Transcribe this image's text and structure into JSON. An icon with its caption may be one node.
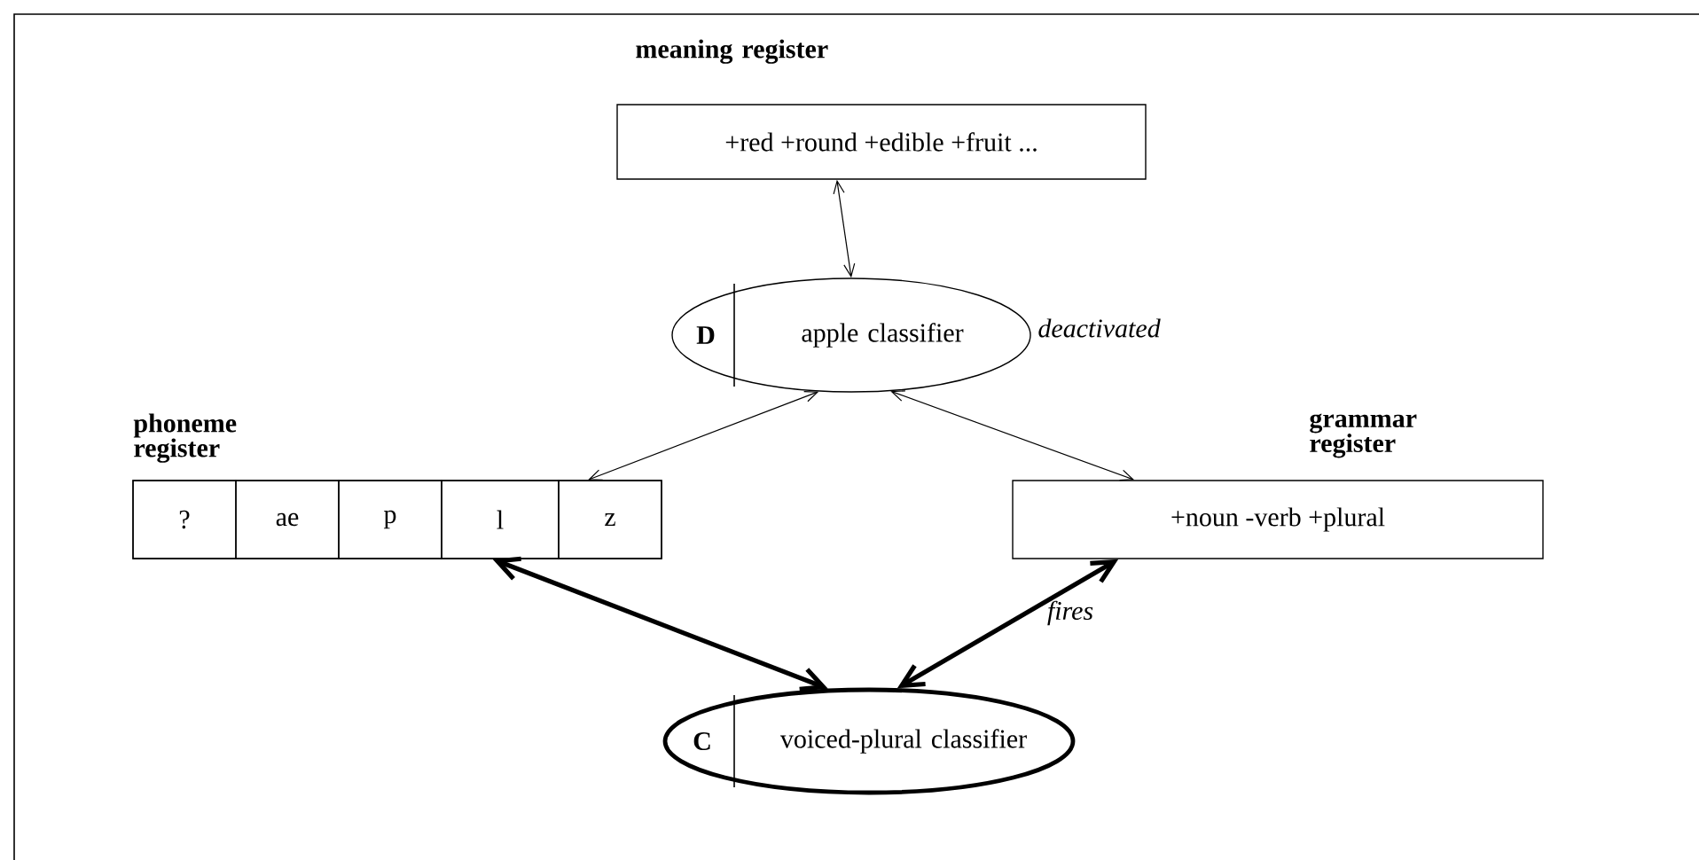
{
  "diagram": {
    "nodes": [
      {
        "text": [
          "meaning register",
          "+red +round +edible +fruit ..."
        ]
      },
      {
        "text": [
          "D",
          "apple classifier"
        ],
        "beside": [
          "deactivated"
        ]
      },
      {
        "text": [
          "phoneme register"
        ]
      },
      {
        "text": [
          "?"
        ],
        "in": 2
      },
      {
        "text": [
          "ae"
        ],
        "in": 2
      },
      {
        "text": [
          "p"
        ],
        "in": 2
      },
      {
        "text": [
          "l"
        ],
        "in": 2
      },
      {
        "text": [
          "z"
        ],
        "in": 2
      },
      {
        "text": [
          "grammar register",
          "+noun -verb +plural"
        ]
      },
      {
        "text": [
          "C",
          "voiced-plural classifier"
        ]
      }
    ],
    "edges": [
      {
        "from": 0,
        "to": 1,
        "arrow": "both"
      },
      {
        "from": 1,
        "to": 2,
        "arrow": "both"
      },
      {
        "from": 1,
        "to": 8,
        "arrow": "both"
      },
      {
        "from": 2,
        "to": 9,
        "arrow": "both",
        "style": "thick"
      },
      {
        "from": 8,
        "to": 9,
        "arrow": "both",
        "style": "thick",
        "label": "fires"
      }
    ]
  }
}
